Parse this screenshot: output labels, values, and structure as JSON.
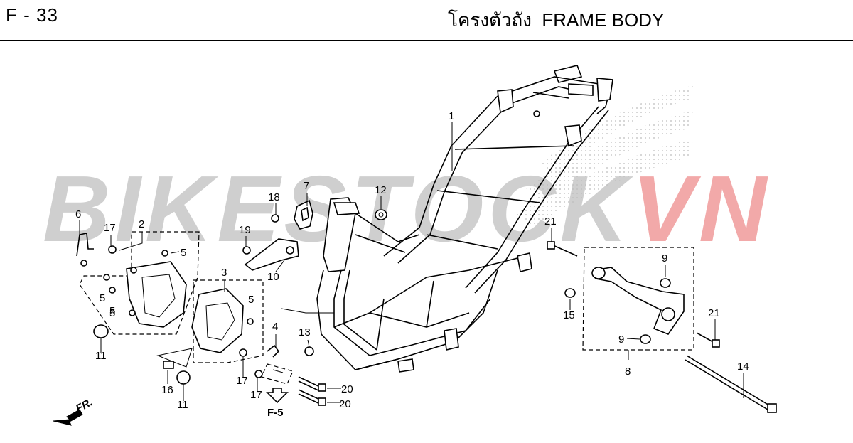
{
  "header": {
    "page_code": "F - 33",
    "title": "โครงตัวถัง  FRAME BODY"
  },
  "watermark": {
    "main": "BIKESTOCK",
    "accent": "VN",
    "main_color": "#cfcfcf",
    "accent_color": "#f2a9a9"
  },
  "diagram": {
    "callouts": [
      "1",
      "2",
      "3",
      "4",
      "5",
      "5",
      "5",
      "5",
      "5",
      "6",
      "7",
      "8",
      "9",
      "9",
      "10",
      "11",
      "11",
      "12",
      "13",
      "14",
      "15",
      "16",
      "17",
      "17",
      "17",
      "18",
      "19",
      "20",
      "20",
      "21",
      "21"
    ],
    "reference": "F-5",
    "direction": "FR."
  }
}
